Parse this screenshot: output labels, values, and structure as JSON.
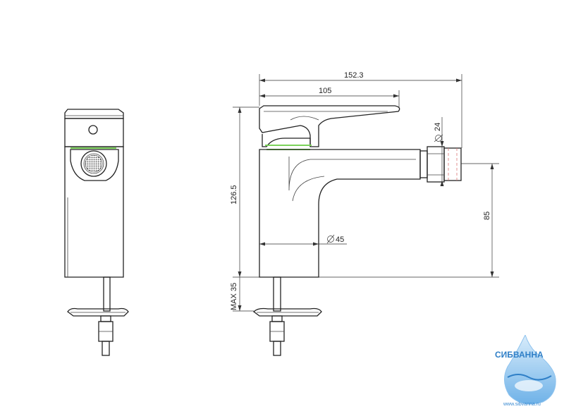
{
  "dimensions": {
    "overall_length": "152.3",
    "spout_lever_length": "105",
    "height": "126.5",
    "outlet_height": "85",
    "body_diameter": "45",
    "aerator_diameter": "24",
    "max_mount": "MAX 35"
  },
  "logo": {
    "brand": "СИБВАННА",
    "url": "www.sibvanna.ru"
  },
  "colors": {
    "line": "#222222",
    "highlight": "#7bd35a",
    "logo": "#2f7fc7"
  }
}
